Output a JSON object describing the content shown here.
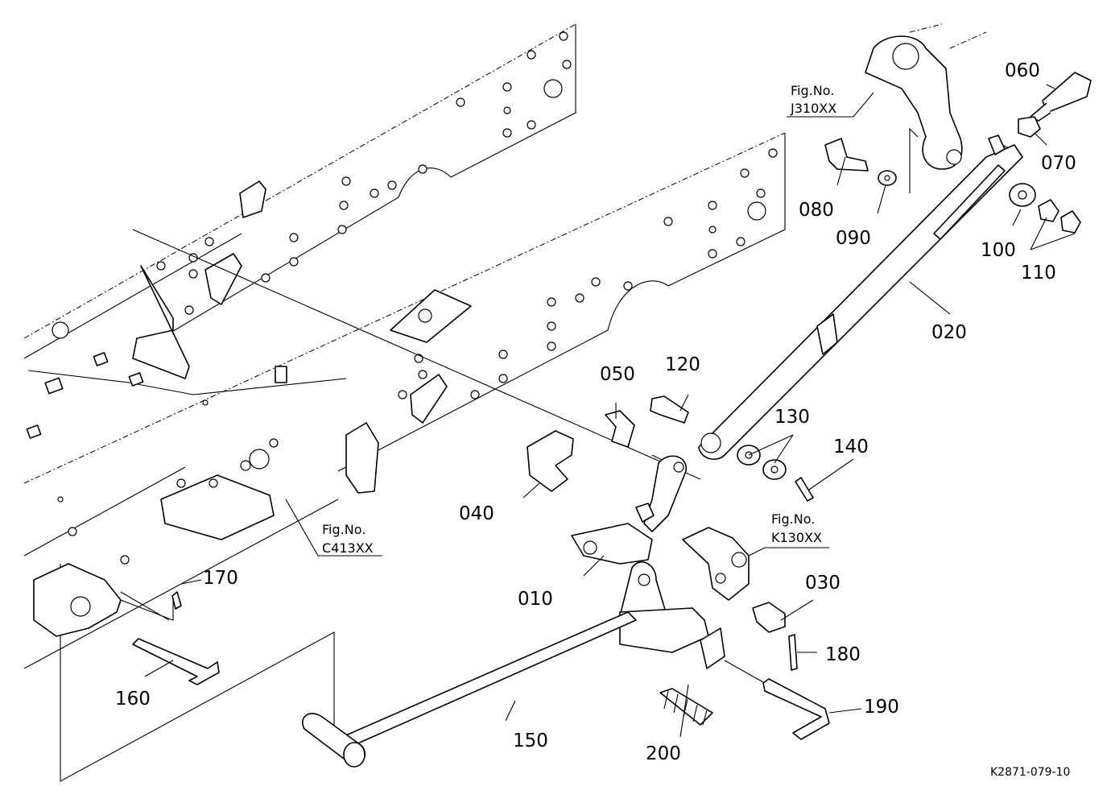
{
  "drawing_code": "K2871-079-10",
  "references": [
    {
      "fig": "Fig.No.",
      "code": "J310XX"
    },
    {
      "fig": "Fig.No.",
      "code": "C413XX"
    },
    {
      "fig": "Fig.No.",
      "code": "K130XX"
    }
  ],
  "part_labels": [
    "060",
    "070",
    "080",
    "090",
    "100",
    "110",
    "020",
    "120",
    "050",
    "130",
    "140",
    "040",
    "010",
    "030",
    "170",
    "180",
    "190",
    "160",
    "150",
    "200"
  ]
}
